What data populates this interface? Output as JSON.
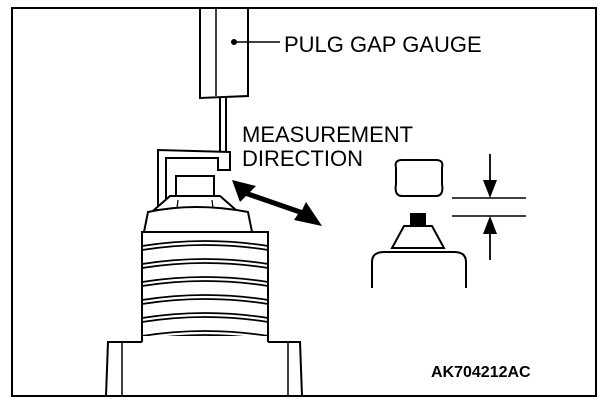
{
  "labels": {
    "gauge": "PULG GAP GAUGE",
    "measurement_line1": "MEASUREMENT",
    "measurement_line2": "DIRECTION",
    "figure_code": "AK704212AC"
  }
}
